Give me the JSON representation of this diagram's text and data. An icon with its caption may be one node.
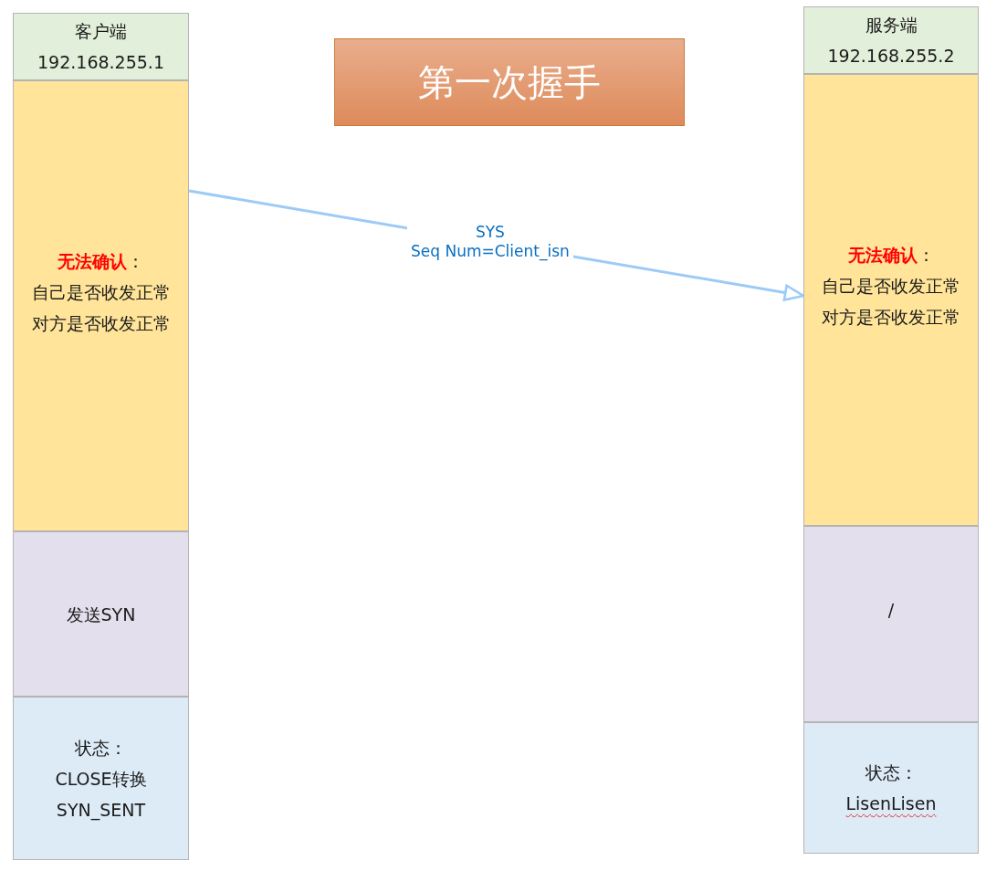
{
  "diagram": {
    "title": "第一次握手",
    "nodes": [
      {
        "text": [
          "客户端",
          "192.168.255.1"
        ]
      },
      {
        "text": [
          "**无法确认**：",
          "自己是否收发正常",
          "对方是否收发正常"
        ]
      },
      {
        "text": [
          "发送SYN"
        ]
      },
      {
        "text": [
          "状态：",
          "CLOSE转换",
          "SYN_SENT"
        ]
      },
      {
        "text": [
          "服务端",
          "192.168.255.2"
        ]
      },
      {
        "text": [
          "**无法确认**：",
          "自己是否收发正常",
          "对方是否收发正常"
        ]
      },
      {
        "text": [
          "/"
        ]
      },
      {
        "text": [
          "状态：",
          "LisenLisen"
        ]
      }
    ],
    "edges": [
      {
        "from": 1,
        "to": 5,
        "arrow": "to",
        "label": "SYS Seq Num=Client_isn"
      }
    ]
  }
}
